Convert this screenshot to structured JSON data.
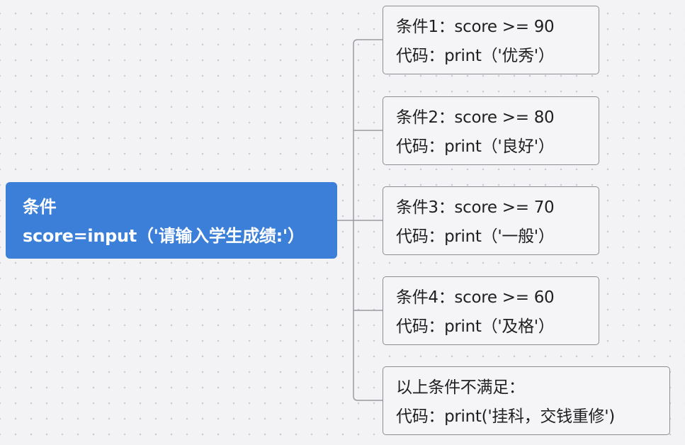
{
  "root": {
    "line1": "条件",
    "line2": "score=input（'请输入学生成绩:'）"
  },
  "branches": [
    {
      "condition": "条件1：score >= 90",
      "code": "代码：print（'优秀'）"
    },
    {
      "condition": "条件2：score >= 80",
      "code": "代码：print（'良好'）"
    },
    {
      "condition": "条件3：score >= 70",
      "code": "代码：print（'一般'）"
    },
    {
      "condition": "条件4：score >= 60",
      "code": "代码：print（'及格'）"
    },
    {
      "condition": "以上条件不满足：",
      "code": "代码：print('挂科，交钱重修')"
    }
  ],
  "colors": {
    "root_fill": "#3c7fd9",
    "connector": "#9a9aa0",
    "node_border": "#8d8d93"
  }
}
